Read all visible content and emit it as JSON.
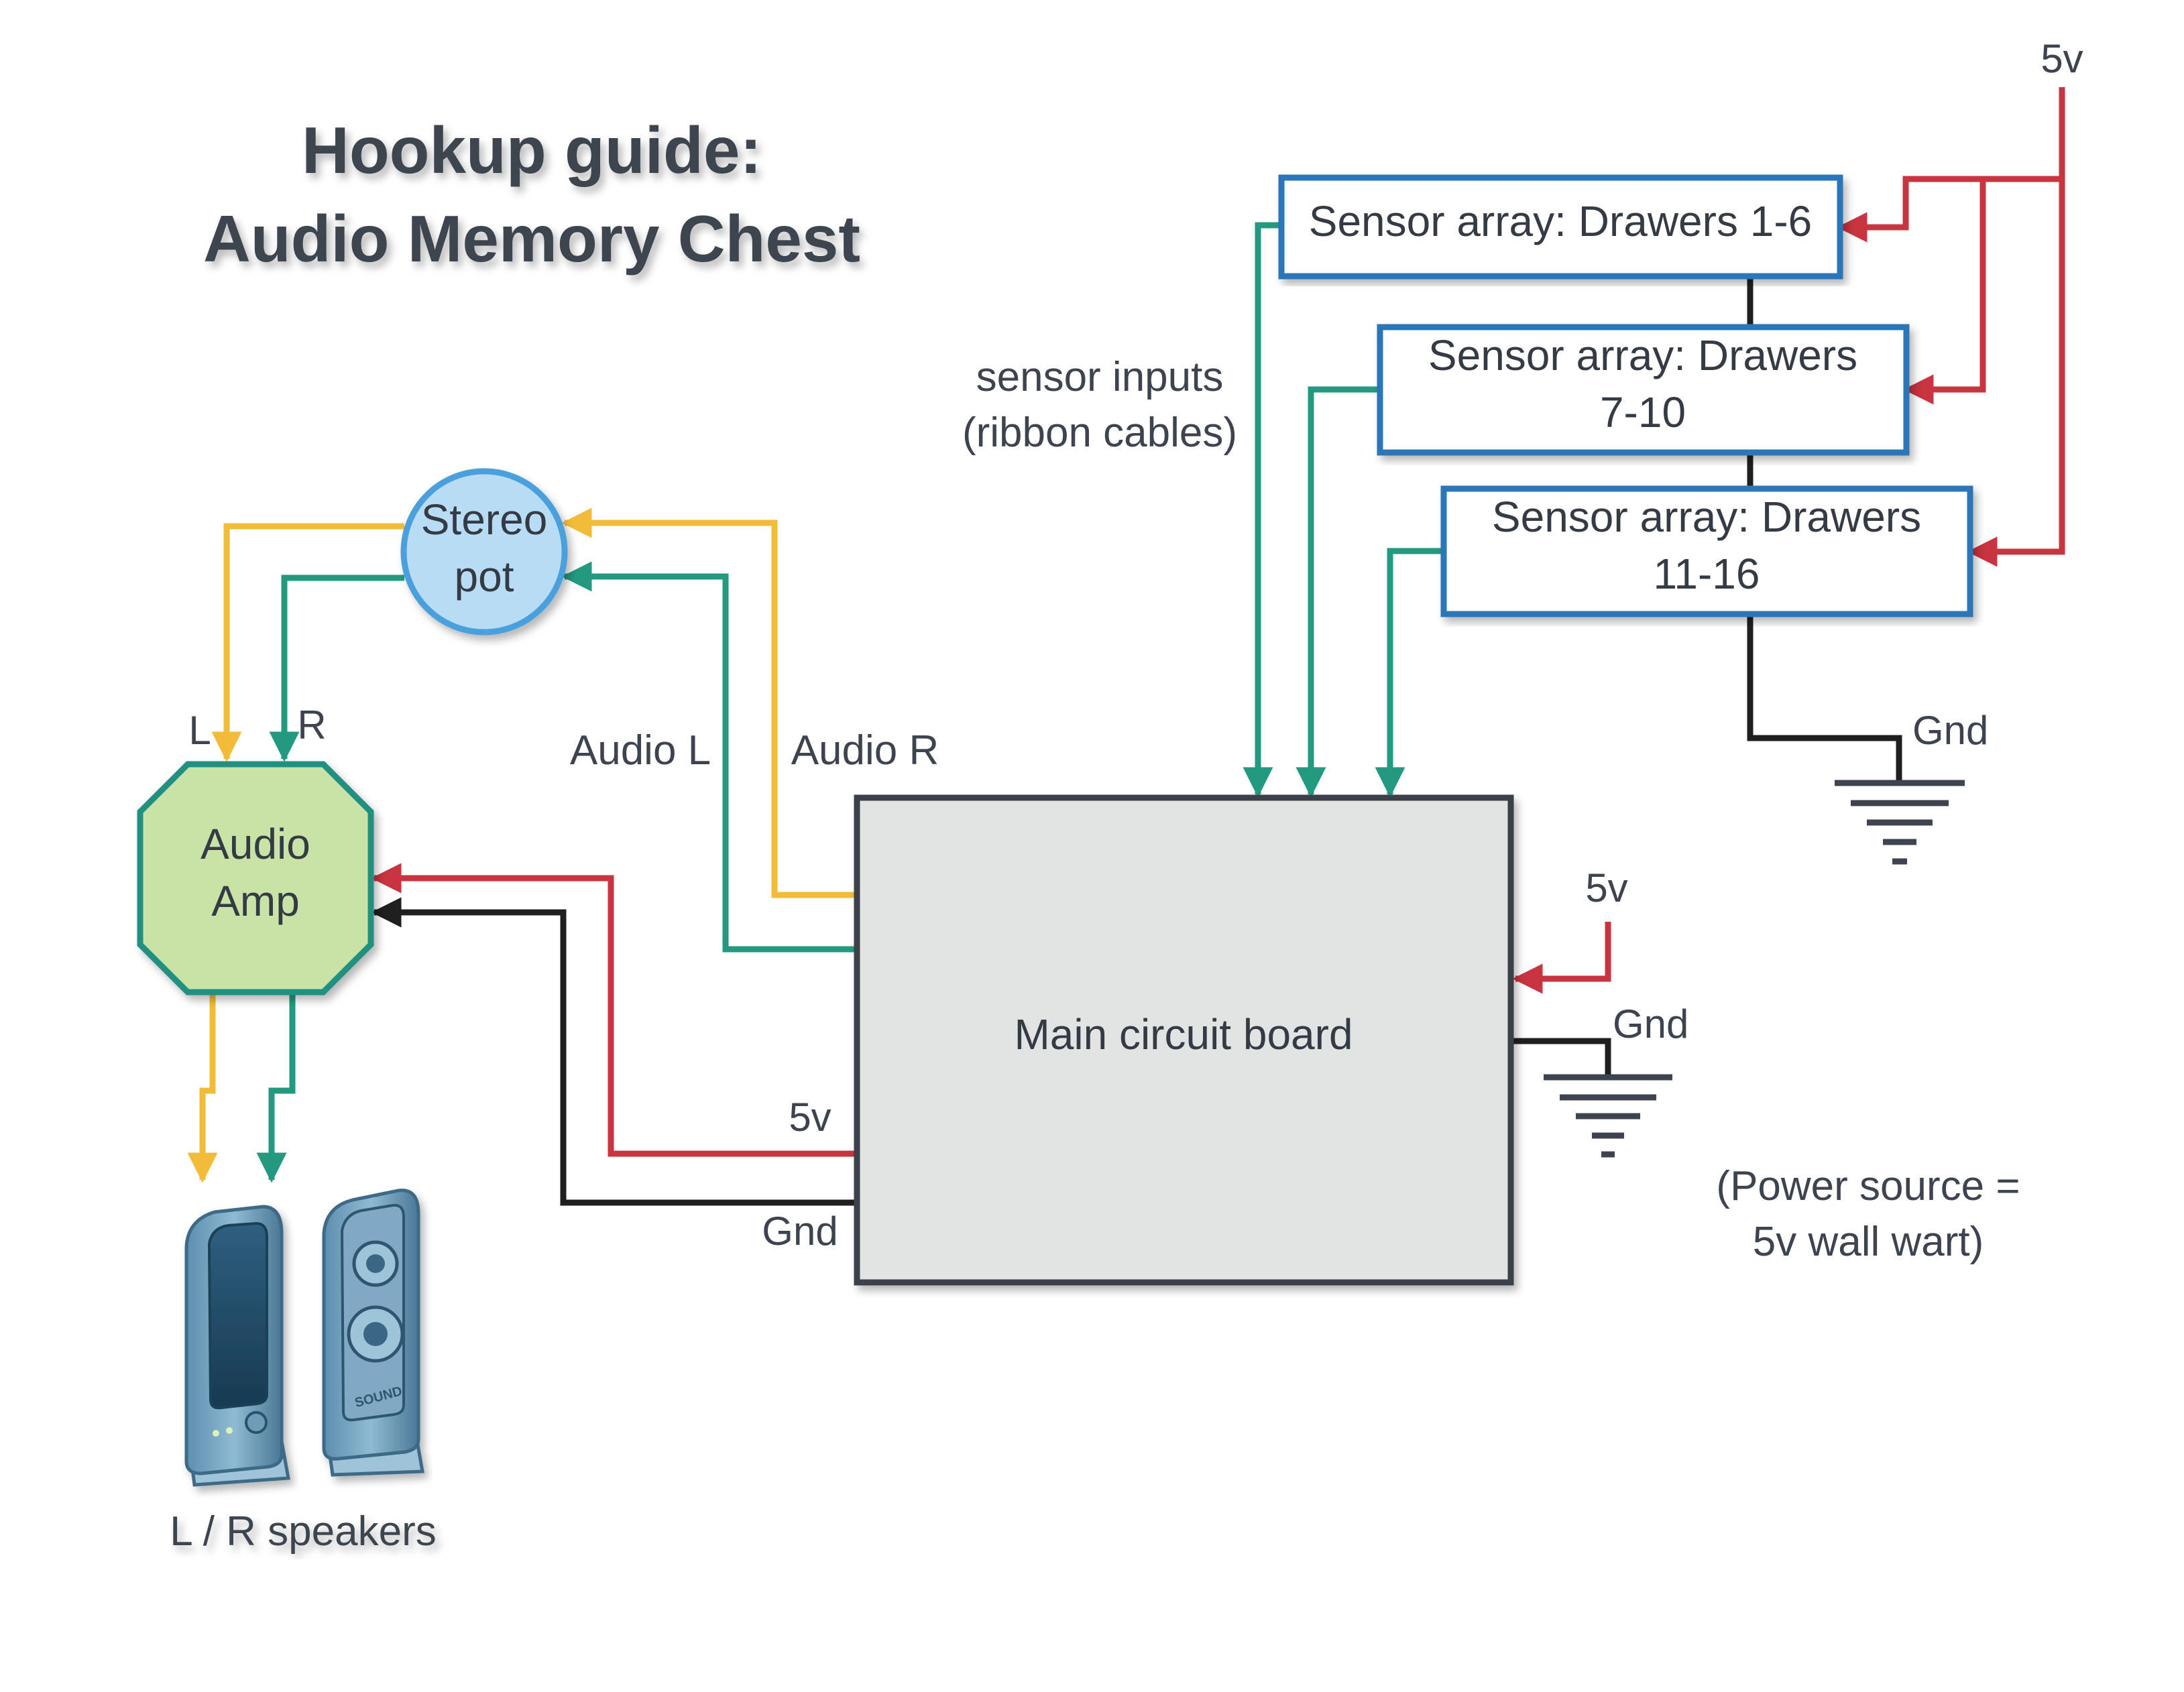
{
  "title": {
    "line1": "Hookup guide:",
    "line2": "Audio Memory Chest"
  },
  "colors": {
    "wire_5v": "#c8343f",
    "wire_gnd": "#1f1f1f",
    "wire_left": "#f2bc3a",
    "wire_right": "#239a7f",
    "box_border": "#2b76b8",
    "amp_fill": "#c9e3a6",
    "amp_border": "#219081",
    "pot_fill": "#b8dcf4",
    "pot_border": "#4aa0dc",
    "board_fill": "#e2e4e3",
    "board_border": "#3a4048"
  },
  "sensors": {
    "s1": "Sensor array: Drawers 1-6",
    "s2_line1": "Sensor array: Drawers",
    "s2_line2": "7-10",
    "s3_line1": "Sensor array: Drawers",
    "s3_line2": "11-16"
  },
  "labels": {
    "sensor_inputs_1": "sensor inputs",
    "sensor_inputs_2": "(ribbon cables)",
    "top_5v": "5v",
    "sensor_gnd": "Gnd",
    "pot_line1": "Stereo",
    "pot_line2": "pot",
    "amp_line1": "Audio",
    "amp_line2": "Amp",
    "amp_L": "L",
    "amp_R": "R",
    "audio_L": "Audio L",
    "audio_R": "Audio R",
    "board": "Main circuit board",
    "board_5v_left": "5v",
    "board_gnd_left": "Gnd",
    "board_5v_right": "5v",
    "board_gnd_right": "Gnd",
    "power_1": "(Power source =",
    "power_2": "5v wall wart)",
    "speakers": "L / R speakers"
  },
  "speaker_brand": "SOUND"
}
